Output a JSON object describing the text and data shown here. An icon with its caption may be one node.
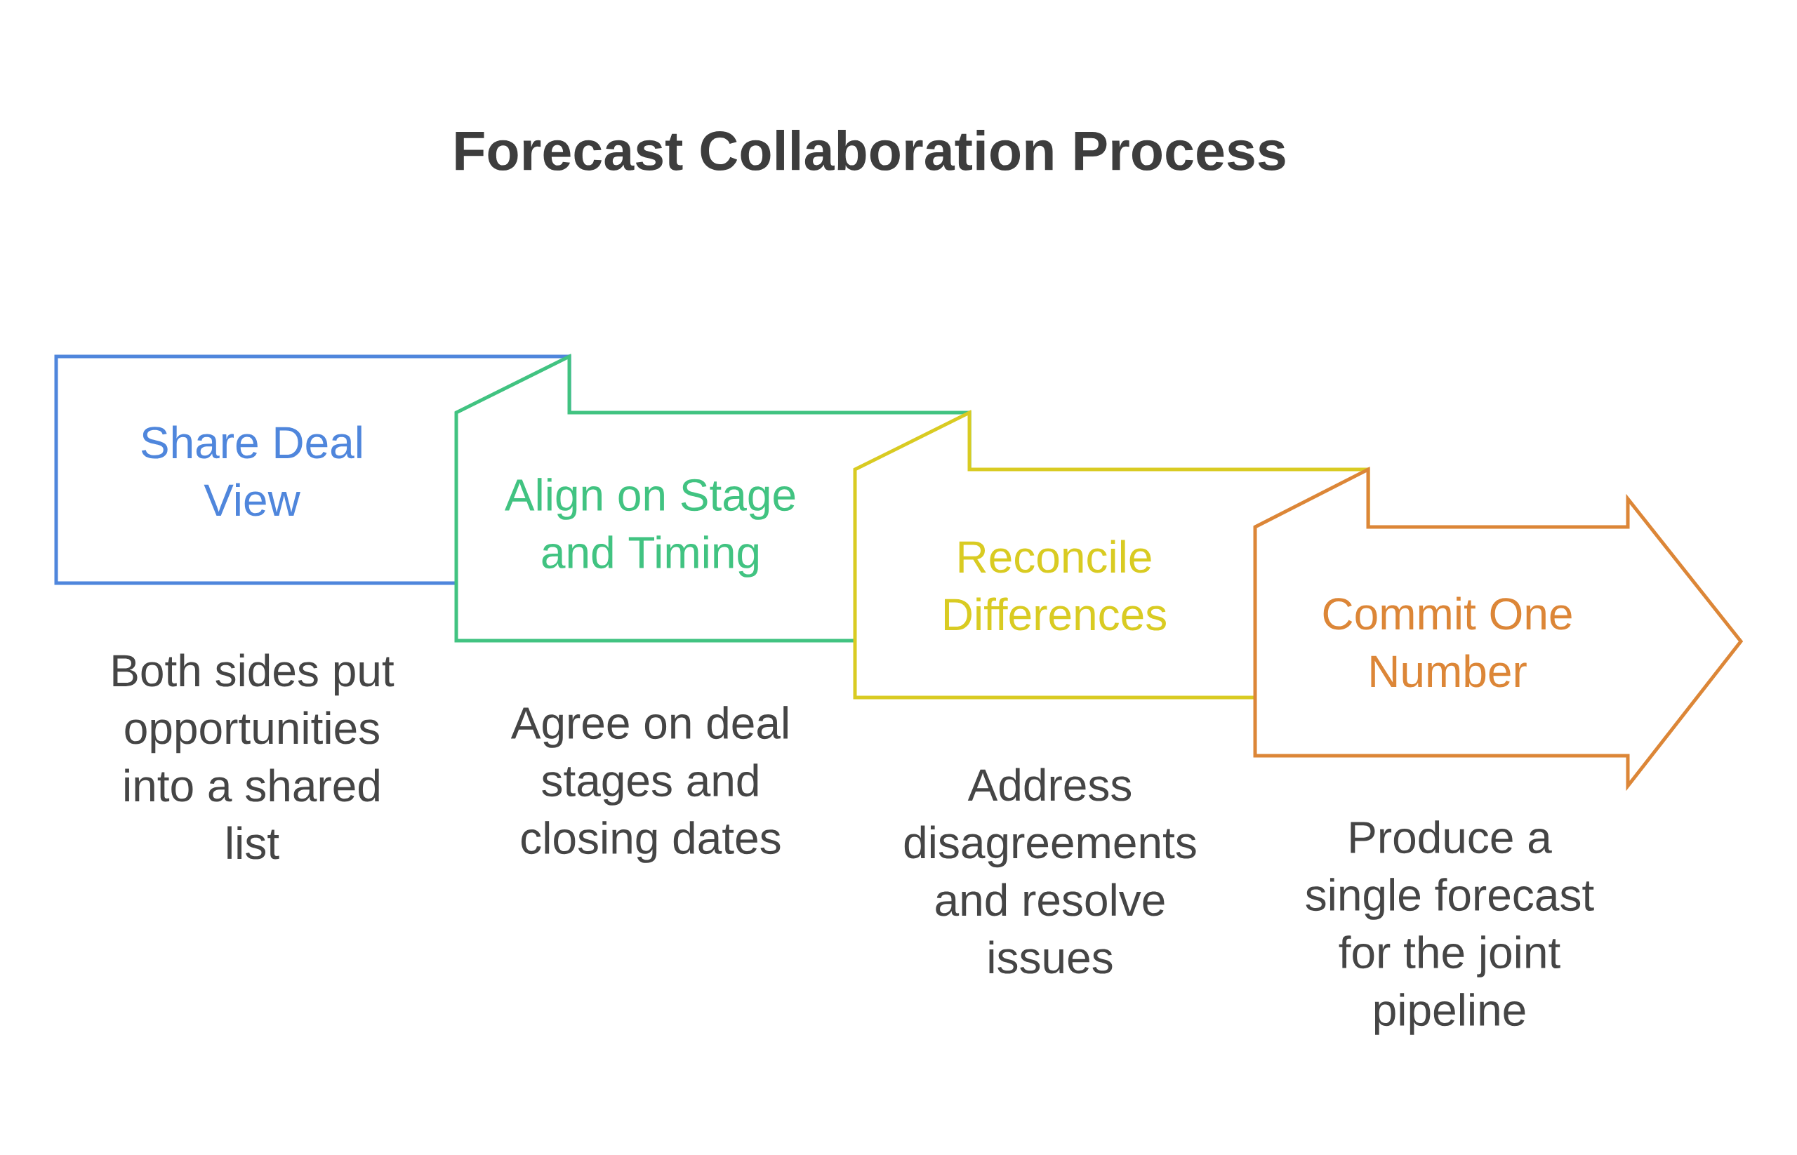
{
  "diagram": {
    "title": "Forecast Collaboration Process",
    "nodes": [
      {
        "text": [
          "Share Deal View"
        ],
        "beside": [
          "Both sides put opportunities into a shared list"
        ]
      },
      {
        "text": [
          "Align on Stage and Timing"
        ],
        "beside": [
          "Agree on deal stages and closing dates"
        ]
      },
      {
        "text": [
          "Reconcile Differences"
        ],
        "beside": [
          "Address disagreements and resolve issues"
        ]
      },
      {
        "text": [
          "Commit One Number"
        ],
        "beside": [
          "Produce a single forecast for the joint pipeline"
        ]
      }
    ]
  }
}
